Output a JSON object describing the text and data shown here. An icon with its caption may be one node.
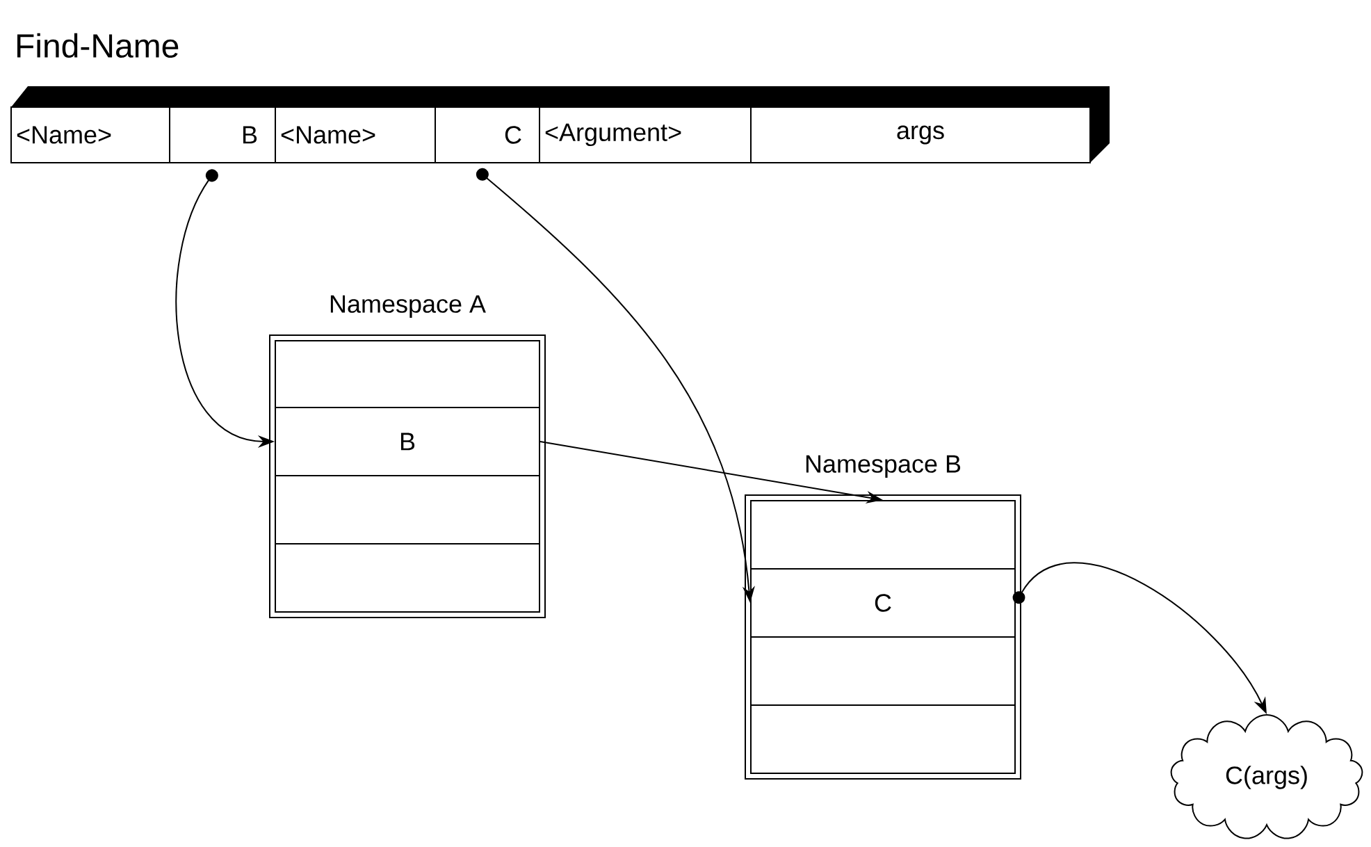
{
  "diagram": {
    "nodes": [
      {
        "text": [
          "Find-Name"
        ]
      },
      {
        "text": [
          "<Name>"
        ],
        "in": 0
      },
      {
        "text": [
          "B"
        ],
        "in": 0
      },
      {
        "text": [
          "<Name>"
        ],
        "in": 0
      },
      {
        "text": [
          "C"
        ],
        "in": 0
      },
      {
        "text": [
          "<Argument>"
        ],
        "in": 0
      },
      {
        "text": [
          "args"
        ],
        "in": 0
      },
      {
        "text": [
          "Namespace A"
        ]
      },
      {
        "text": [],
        "shape": "box",
        "in": 7
      },
      {
        "text": [
          "B"
        ],
        "in": 7
      },
      {
        "text": [],
        "shape": "box",
        "in": 7
      },
      {
        "text": [],
        "shape": "box",
        "in": 7
      },
      {
        "text": [
          "Namespace B"
        ]
      },
      {
        "text": [],
        "shape": "box",
        "in": 12
      },
      {
        "text": [
          "C"
        ],
        "in": 12
      },
      {
        "text": [],
        "shape": "box",
        "in": 12
      },
      {
        "text": [],
        "shape": "box",
        "in": 12
      },
      {
        "text": [
          "C(args)"
        ]
      }
    ],
    "edges": [
      {
        "from": 2,
        "to": 9,
        "arrow": "to"
      },
      {
        "from": 9,
        "to": 13,
        "arrow": "to"
      },
      {
        "from": 4,
        "to": 14,
        "arrow": "to"
      },
      {
        "from": 14,
        "to": 17,
        "arrow": "to"
      }
    ]
  }
}
